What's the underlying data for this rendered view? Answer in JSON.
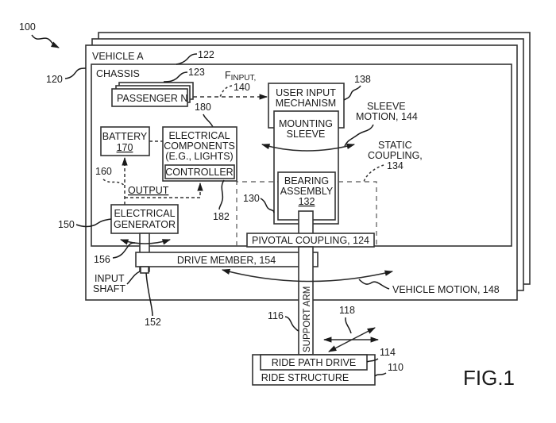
{
  "figure": {
    "label": "FIG.1",
    "refs": {
      "system": "100",
      "vehicle": "120",
      "chassis": "122",
      "passenger": "123",
      "f_input_num": "140",
      "electrical_components": "180",
      "user_input": "138",
      "sleeve_motion": "SLEEVE",
      "sleeve_motion2": "MOTION, 144",
      "static_coupling1": "STATIC",
      "static_coupling2": "COUPLING,",
      "static_coupling3": "134",
      "output": "160",
      "generator": "150",
      "controller": "182",
      "sleeve_body": "130",
      "gear": "156",
      "input_shaft_num": "152",
      "support_arm": "116",
      "directions": "118",
      "ride_path_drive": "114",
      "ride_structure": "110"
    }
  },
  "vehicle": {
    "label": "VEHICLE A"
  },
  "chassis": {
    "label": "CHASSIS"
  },
  "passenger": {
    "label": "PASSENGER N"
  },
  "f_input": {
    "main": "F",
    "sub": "INPUT,"
  },
  "user_input_mechanism": {
    "line1": "USER INPUT",
    "line2": "MECHANISM"
  },
  "mounting_sleeve": {
    "line1": "MOUNTING",
    "line2": "SLEEVE"
  },
  "bearing_assembly": {
    "line1": "BEARING",
    "line2": "ASSEMBLY",
    "num": "132"
  },
  "battery": {
    "label": "BATTERY",
    "num": "170"
  },
  "electrical_components": {
    "line1": "ELECTRICAL",
    "line2": "COMPONENTS",
    "line3": "(E.G., LIGHTS)"
  },
  "controller": {
    "label": "CONTROLLER"
  },
  "output": {
    "label": "OUTPUT"
  },
  "electrical_generator": {
    "line1": "ELECTRICAL",
    "line2": "GENERATOR"
  },
  "pivotal_coupling": {
    "label": "PIVOTAL COUPLING, 124"
  },
  "drive_member": {
    "label": "DRIVE MEMBER, 154"
  },
  "input_shaft": {
    "line1": "INPUT",
    "line2": "SHAFT"
  },
  "vehicle_motion": {
    "label": "VEHICLE MOTION, 148"
  },
  "support_arm": {
    "label": "SUPPORT ARM"
  },
  "ride_path_drive": {
    "label": "RIDE PATH DRIVE"
  },
  "ride_structure": {
    "label": "RIDE STRUCTURE"
  }
}
